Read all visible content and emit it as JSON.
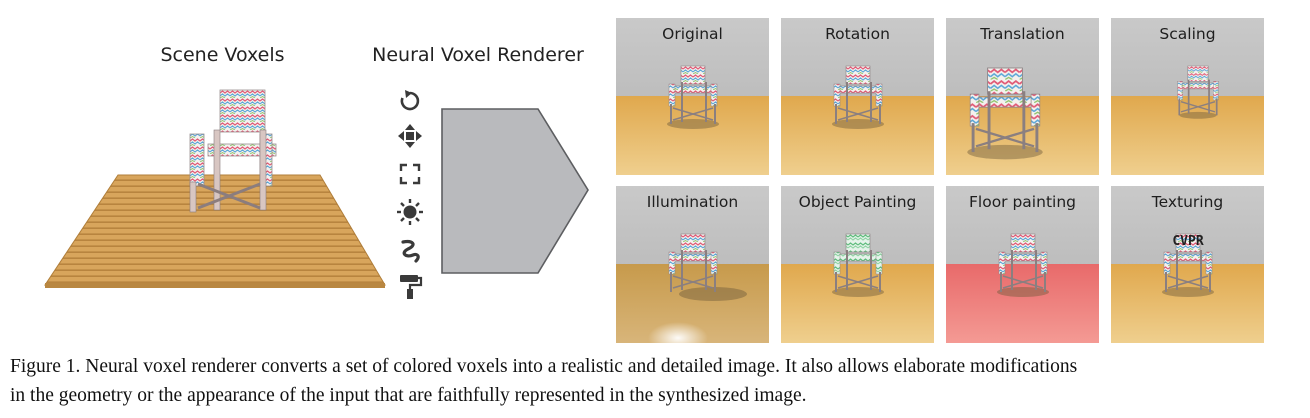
{
  "headings": {
    "scene": "Scene Voxels",
    "renderer": "Neural Voxel Renderer"
  },
  "tool_icons": [
    "rotate-icon",
    "move-icon",
    "scale-icon",
    "light-icon",
    "brush-stroke-icon",
    "paint-roller-icon"
  ],
  "panels": [
    {
      "label": "Original",
      "variant": "original"
    },
    {
      "label": "Rotation",
      "variant": "rotation"
    },
    {
      "label": "Translation",
      "variant": "translation"
    },
    {
      "label": "Scaling",
      "variant": "scaling"
    },
    {
      "label": "Illumination",
      "variant": "illumination"
    },
    {
      "label": "Object Painting",
      "variant": "object-painting"
    },
    {
      "label": "Floor painting",
      "variant": "floor-painting"
    },
    {
      "label": "Texturing",
      "variant": "texturing"
    }
  ],
  "texture_text": "CVPR",
  "caption": {
    "line1": "Figure 1. Neural voxel renderer converts a set of colored voxels into a realistic and detailed image. It also allows elaborate modifications",
    "line2": "in the geometry or the appearance of the input that are faithfully represented in the synthesized image."
  },
  "colors": {
    "wall": "#c7c7c7",
    "floor": "#e2b867",
    "floor_red": "#ee7a78",
    "voxel_floor": "#d6a35a",
    "renderer_block": "#b9babd",
    "icon": "#3a3a3a"
  }
}
